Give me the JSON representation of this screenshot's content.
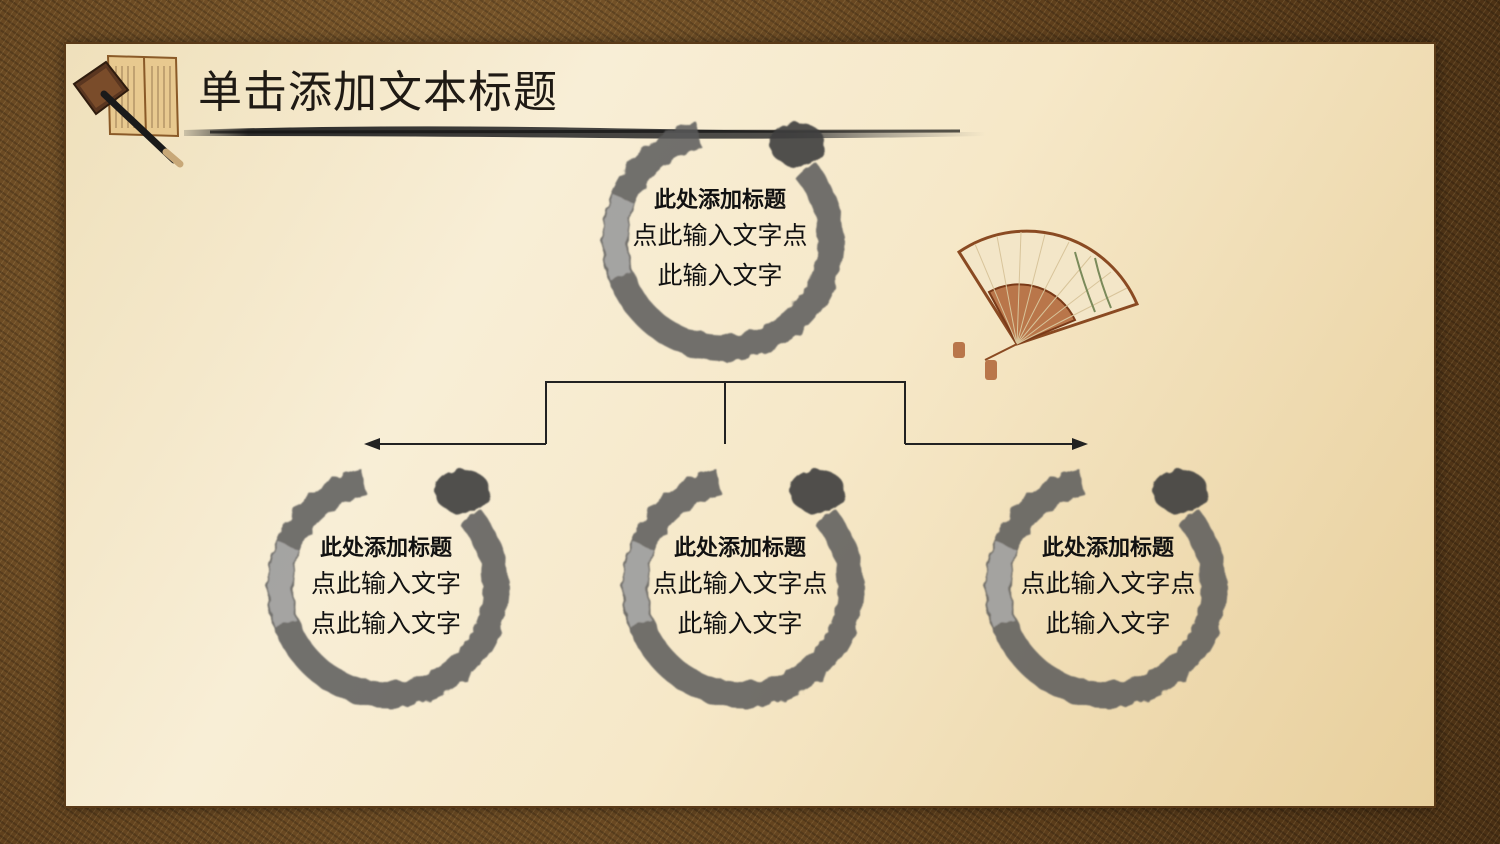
{
  "slide": {
    "title": "单击添加文本标题"
  },
  "nodes": [
    {
      "id": "top",
      "title": "此处添加标题",
      "line1": "点此输入文字点",
      "line2": "此输入文字"
    },
    {
      "id": "left",
      "title": "此处添加标题",
      "line1": "点此输入文字",
      "line2": "点此输入文字"
    },
    {
      "id": "middle",
      "title": "此处添加标题",
      "line1": "点此输入文字点",
      "line2": "此输入文字"
    },
    {
      "id": "right",
      "title": "此处添加标题",
      "line1": "点此输入文字点",
      "line2": "此输入文字"
    }
  ],
  "decorations": {
    "top_left": "book-and-brush-icon",
    "right": "folding-fan-icon",
    "title_underline": "ink-brush-stroke"
  },
  "colors": {
    "frame": "#6b4a24",
    "paper": "#f6e8c8",
    "ink": "#555555",
    "text": "#111111"
  }
}
